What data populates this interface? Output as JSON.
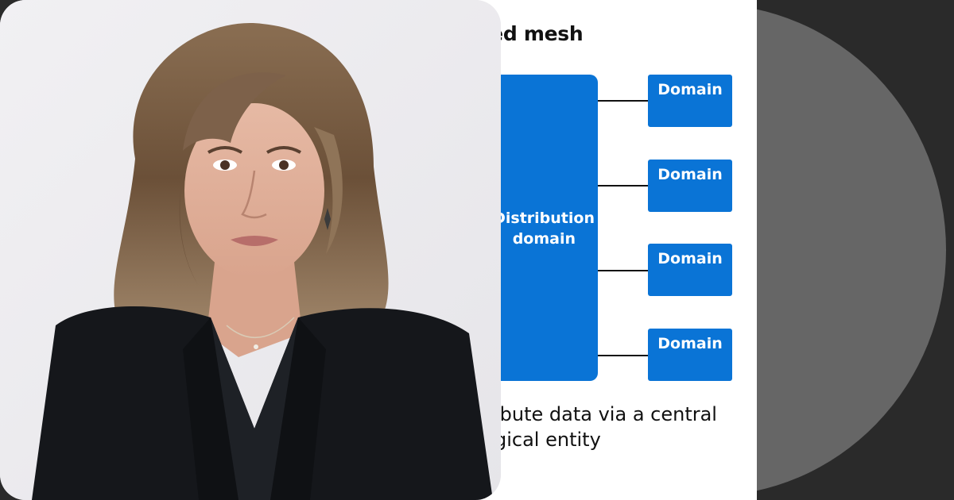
{
  "portrait": {
    "description_icon": "person-portrait"
  },
  "diagram": {
    "title": "erned mesh",
    "distribution_label_line1": "Distribution",
    "distribution_label_line2": "domain",
    "domains": [
      "Domain",
      "Domain",
      "Domain",
      "Domain"
    ],
    "caption_line1": "ibute  data via a central",
    "caption_line2": "gical  entity",
    "colors": {
      "box_blue": "#0a74d6",
      "connector": "#111111"
    }
  },
  "decoration": {
    "circle_color": "#666666",
    "background": "#2a2a2a"
  }
}
